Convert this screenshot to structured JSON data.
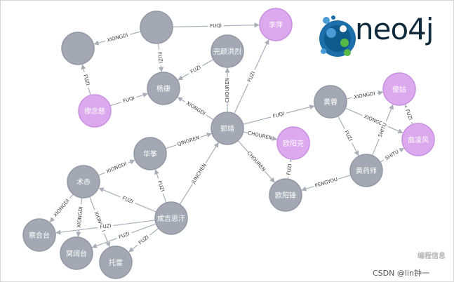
{
  "logo": {
    "text": "neo4j",
    "colors": [
      "#4a9cd6",
      "#58b947",
      "#1c6fa8"
    ]
  },
  "watermark": "CSDN @lin钟一",
  "stamp": "编程信息",
  "colors": {
    "gray_node": "#a3a8b3",
    "purple_node": "#dca8ee",
    "edge": "#a8aeb6"
  },
  "nodes": [
    {
      "id": "n_top",
      "label": "",
      "kind": "gray"
    },
    {
      "id": "n_left",
      "label": "",
      "kind": "gray"
    },
    {
      "id": "lingping",
      "label": "李萍",
      "kind": "purple"
    },
    {
      "id": "wanyan",
      "label": "完颜洪烈",
      "kind": "gray"
    },
    {
      "id": "yangkang",
      "label": "杨康",
      "kind": "gray"
    },
    {
      "id": "munianci",
      "label": "穆念慈",
      "kind": "purple"
    },
    {
      "id": "guojing",
      "label": "郭靖",
      "kind": "gray"
    },
    {
      "id": "huangrong",
      "label": "黄蓉",
      "kind": "gray"
    },
    {
      "id": "shagu",
      "label": "傻姑",
      "kind": "purple"
    },
    {
      "id": "qulingfeng",
      "label": "曲凌风",
      "kind": "purple"
    },
    {
      "id": "huayao",
      "label": "黄药师",
      "kind": "gray"
    },
    {
      "id": "ouyangke",
      "label": "欧阳克",
      "kind": "purple"
    },
    {
      "id": "ouyangfeng",
      "label": "欧阳锋",
      "kind": "gray"
    },
    {
      "id": "huazheng",
      "label": "华筝",
      "kind": "gray"
    },
    {
      "id": "shuchi",
      "label": "术赤",
      "kind": "gray"
    },
    {
      "id": "chengji",
      "label": "成吉思汗",
      "kind": "gray"
    },
    {
      "id": "chahetai",
      "label": "察合台",
      "kind": "gray"
    },
    {
      "id": "wokuotai",
      "label": "窝阔台",
      "kind": "gray"
    },
    {
      "id": "tuolei",
      "label": "托雷",
      "kind": "gray"
    }
  ],
  "edges": [
    {
      "from": "n_top",
      "to": "lingping",
      "label": "FUQI"
    },
    {
      "from": "n_top",
      "to": "n_left",
      "label": "XIONGDI"
    },
    {
      "from": "n_top",
      "to": "yangkang",
      "label": "FUZI"
    },
    {
      "from": "munianci",
      "to": "n_left",
      "label": "FUZI"
    },
    {
      "from": "munianci",
      "to": "yangkang",
      "label": "FUQI"
    },
    {
      "from": "wanyan",
      "to": "yangkang",
      "label": "FUZI"
    },
    {
      "from": "guojing",
      "to": "yangkang",
      "label": "XIONGDI"
    },
    {
      "from": "guojing",
      "to": "wanyan",
      "label": "CHOUREN"
    },
    {
      "from": "guojing",
      "to": "lingping",
      "label": "FUZI"
    },
    {
      "from": "guojing",
      "to": "huangrong",
      "label": "FUQI"
    },
    {
      "from": "guojing",
      "to": "ouyangke",
      "label": "CHOUREN"
    },
    {
      "from": "guojing",
      "to": "ouyangfeng",
      "label": "CHOUREN"
    },
    {
      "from": "huazheng",
      "to": "guojing",
      "label": "QINGREN"
    },
    {
      "from": "chengji",
      "to": "guojing",
      "label": "JUNCHEN"
    },
    {
      "from": "huangrong",
      "to": "shagu",
      "label": "XIONGDI"
    },
    {
      "from": "huangrong",
      "to": "qulingfeng",
      "label": "XIONGDI"
    },
    {
      "from": "huangrong",
      "to": "huayao",
      "label": "FUZI"
    },
    {
      "from": "huayao",
      "to": "shagu",
      "label": "SHITU"
    },
    {
      "from": "huayao",
      "to": "qulingfeng",
      "label": "SHITU"
    },
    {
      "from": "qulingfeng",
      "to": "shagu",
      "label": "FUZI"
    },
    {
      "from": "huayao",
      "to": "ouyangfeng",
      "label": "PENGYOU"
    },
    {
      "from": "ouyangfeng",
      "to": "ouyangke",
      "label": "FUZI"
    },
    {
      "from": "shuchi",
      "to": "huazheng",
      "label": "XIONGDI"
    },
    {
      "from": "chengji",
      "to": "huazheng",
      "label": "FUZI"
    },
    {
      "from": "chengji",
      "to": "shuchi",
      "label": "FUZI"
    },
    {
      "from": "shuchi",
      "to": "chahetai",
      "label": "XIONGDI"
    },
    {
      "from": "shuchi",
      "to": "wokuotai",
      "label": "XIONGDI"
    },
    {
      "from": "shuchi",
      "to": "tuolei",
      "label": "XIONGDI"
    },
    {
      "from": "chengji",
      "to": "chahetai",
      "label": "FUZI"
    },
    {
      "from": "chengji",
      "to": "wokuotai",
      "label": "FUZI"
    },
    {
      "from": "chengji",
      "to": "tuolei",
      "label": "FUZI"
    }
  ]
}
